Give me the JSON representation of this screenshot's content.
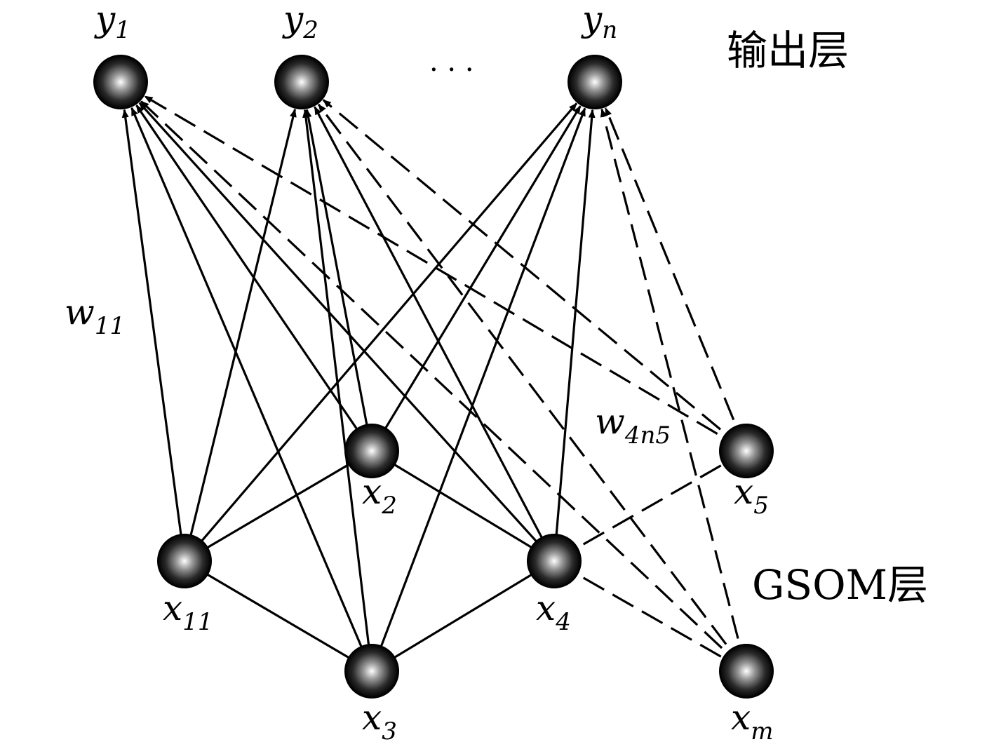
{
  "layer_labels": {
    "output": "输出层",
    "gsom": "GSOM层"
  },
  "ellipsis": "· · ·",
  "output_nodes": [
    {
      "id": "y1",
      "base": "y",
      "sub": "1"
    },
    {
      "id": "y2",
      "base": "y",
      "sub": "2"
    },
    {
      "id": "yn",
      "base": "y",
      "sub": "n"
    }
  ],
  "gsom_nodes": [
    {
      "id": "x11",
      "base": "x",
      "sub": "11"
    },
    {
      "id": "x2",
      "base": "x",
      "sub": "2"
    },
    {
      "id": "x3",
      "base": "x",
      "sub": "3"
    },
    {
      "id": "x4",
      "base": "x",
      "sub": "4"
    },
    {
      "id": "x5",
      "base": "x",
      "sub": "5"
    },
    {
      "id": "xm",
      "base": "x",
      "sub": "m"
    }
  ],
  "weight_labels": [
    {
      "id": "w11",
      "base": "w",
      "sub": "11"
    },
    {
      "id": "w4n5",
      "base": "w",
      "sub": "4n5"
    }
  ],
  "gsom_edges": [
    {
      "from": "x11",
      "to": "x2",
      "style": "solid"
    },
    {
      "from": "x11",
      "to": "x3",
      "style": "solid"
    },
    {
      "from": "x2",
      "to": "x4",
      "style": "solid"
    },
    {
      "from": "x3",
      "to": "x4",
      "style": "solid"
    },
    {
      "from": "x4",
      "to": "x5",
      "style": "dashed"
    },
    {
      "from": "x4",
      "to": "xm",
      "style": "dashed"
    }
  ],
  "weight_edges": [
    {
      "from": "x11",
      "to": "y1",
      "style": "solid"
    },
    {
      "from": "x11",
      "to": "y2",
      "style": "solid"
    },
    {
      "from": "x11",
      "to": "yn",
      "style": "solid"
    },
    {
      "from": "x2",
      "to": "y1",
      "style": "solid"
    },
    {
      "from": "x2",
      "to": "y2",
      "style": "solid"
    },
    {
      "from": "x2",
      "to": "yn",
      "style": "solid"
    },
    {
      "from": "x3",
      "to": "y1",
      "style": "solid"
    },
    {
      "from": "x3",
      "to": "y2",
      "style": "solid"
    },
    {
      "from": "x3",
      "to": "yn",
      "style": "solid"
    },
    {
      "from": "x4",
      "to": "y1",
      "style": "solid"
    },
    {
      "from": "x4",
      "to": "y2",
      "style": "solid"
    },
    {
      "from": "x4",
      "to": "yn",
      "style": "solid"
    },
    {
      "from": "x5",
      "to": "y1",
      "style": "dashed"
    },
    {
      "from": "x5",
      "to": "y2",
      "style": "dashed"
    },
    {
      "from": "x5",
      "to": "yn",
      "style": "dashed"
    },
    {
      "from": "xm",
      "to": "y1",
      "style": "dashed"
    },
    {
      "from": "xm",
      "to": "y2",
      "style": "dashed"
    },
    {
      "from": "xm",
      "to": "yn",
      "style": "dashed"
    }
  ]
}
